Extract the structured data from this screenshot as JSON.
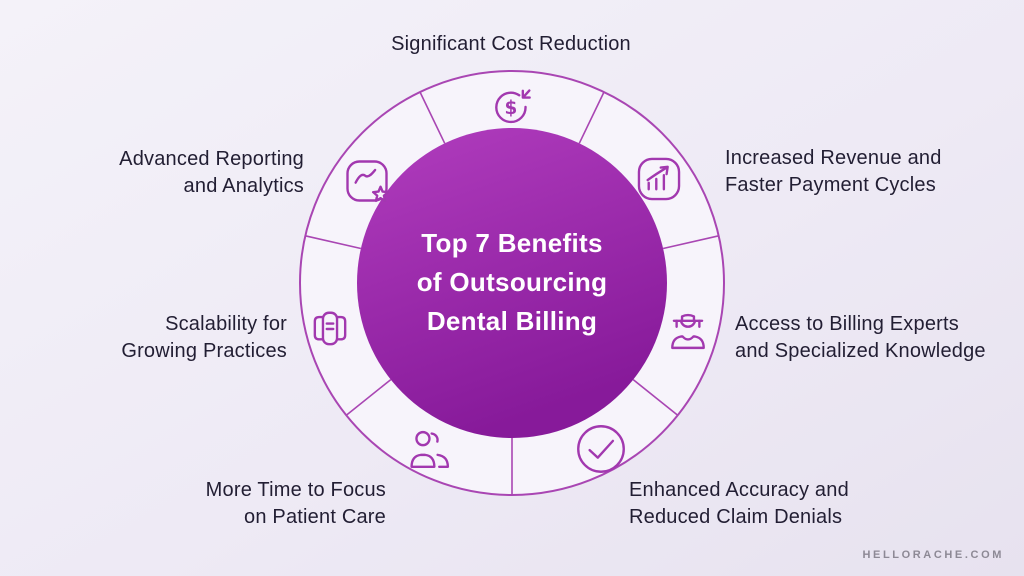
{
  "title": {
    "lines": [
      "Top 7 Benefits",
      "of Outsourcing",
      "Dental Billing"
    ]
  },
  "benefits": [
    {
      "label": "Significant Cost Reduction",
      "lines": [
        "Significant Cost Reduction"
      ],
      "icon": "cost-reduction-icon"
    },
    {
      "label": "Increased Revenue and Faster Payment Cycles",
      "lines": [
        "Increased Revenue and",
        "Faster Payment Cycles"
      ],
      "icon": "revenue-growth-icon"
    },
    {
      "label": "Access to Billing Experts and Specialized Knowledge",
      "lines": [
        "Access to Billing Experts",
        "and Specialized Knowledge"
      ],
      "icon": "billing-expert-icon"
    },
    {
      "label": "Enhanced Accuracy and Reduced Claim Denials",
      "lines": [
        "Enhanced Accuracy and",
        "Reduced Claim Denials"
      ],
      "icon": "accuracy-check-icon"
    },
    {
      "label": "More Time to Focus on Patient Care",
      "lines": [
        "More Time to Focus",
        "on Patient Care"
      ],
      "icon": "patient-care-icon"
    },
    {
      "label": "Scalability for Growing Practices",
      "lines": [
        "Scalability for",
        "Growing Practices"
      ],
      "icon": "scalability-icon"
    },
    {
      "label": "Advanced Reporting and Analytics",
      "lines": [
        "Advanced Reporting",
        "and Analytics"
      ],
      "icon": "reporting-analytics-icon"
    }
  ],
  "footer": {
    "brand": "HELLORACHE.COM"
  },
  "colors": {
    "accent": "#a238af",
    "ring_fill": "#f7f4fb",
    "ring_stroke": "#a946b3",
    "circle_top": "#b13dbe",
    "circle_bottom": "#871a9a",
    "label_text": "#221e33",
    "footer_text": "#8d8995",
    "background_start": "#f4f2f9",
    "background_end": "#e7e2ef"
  }
}
